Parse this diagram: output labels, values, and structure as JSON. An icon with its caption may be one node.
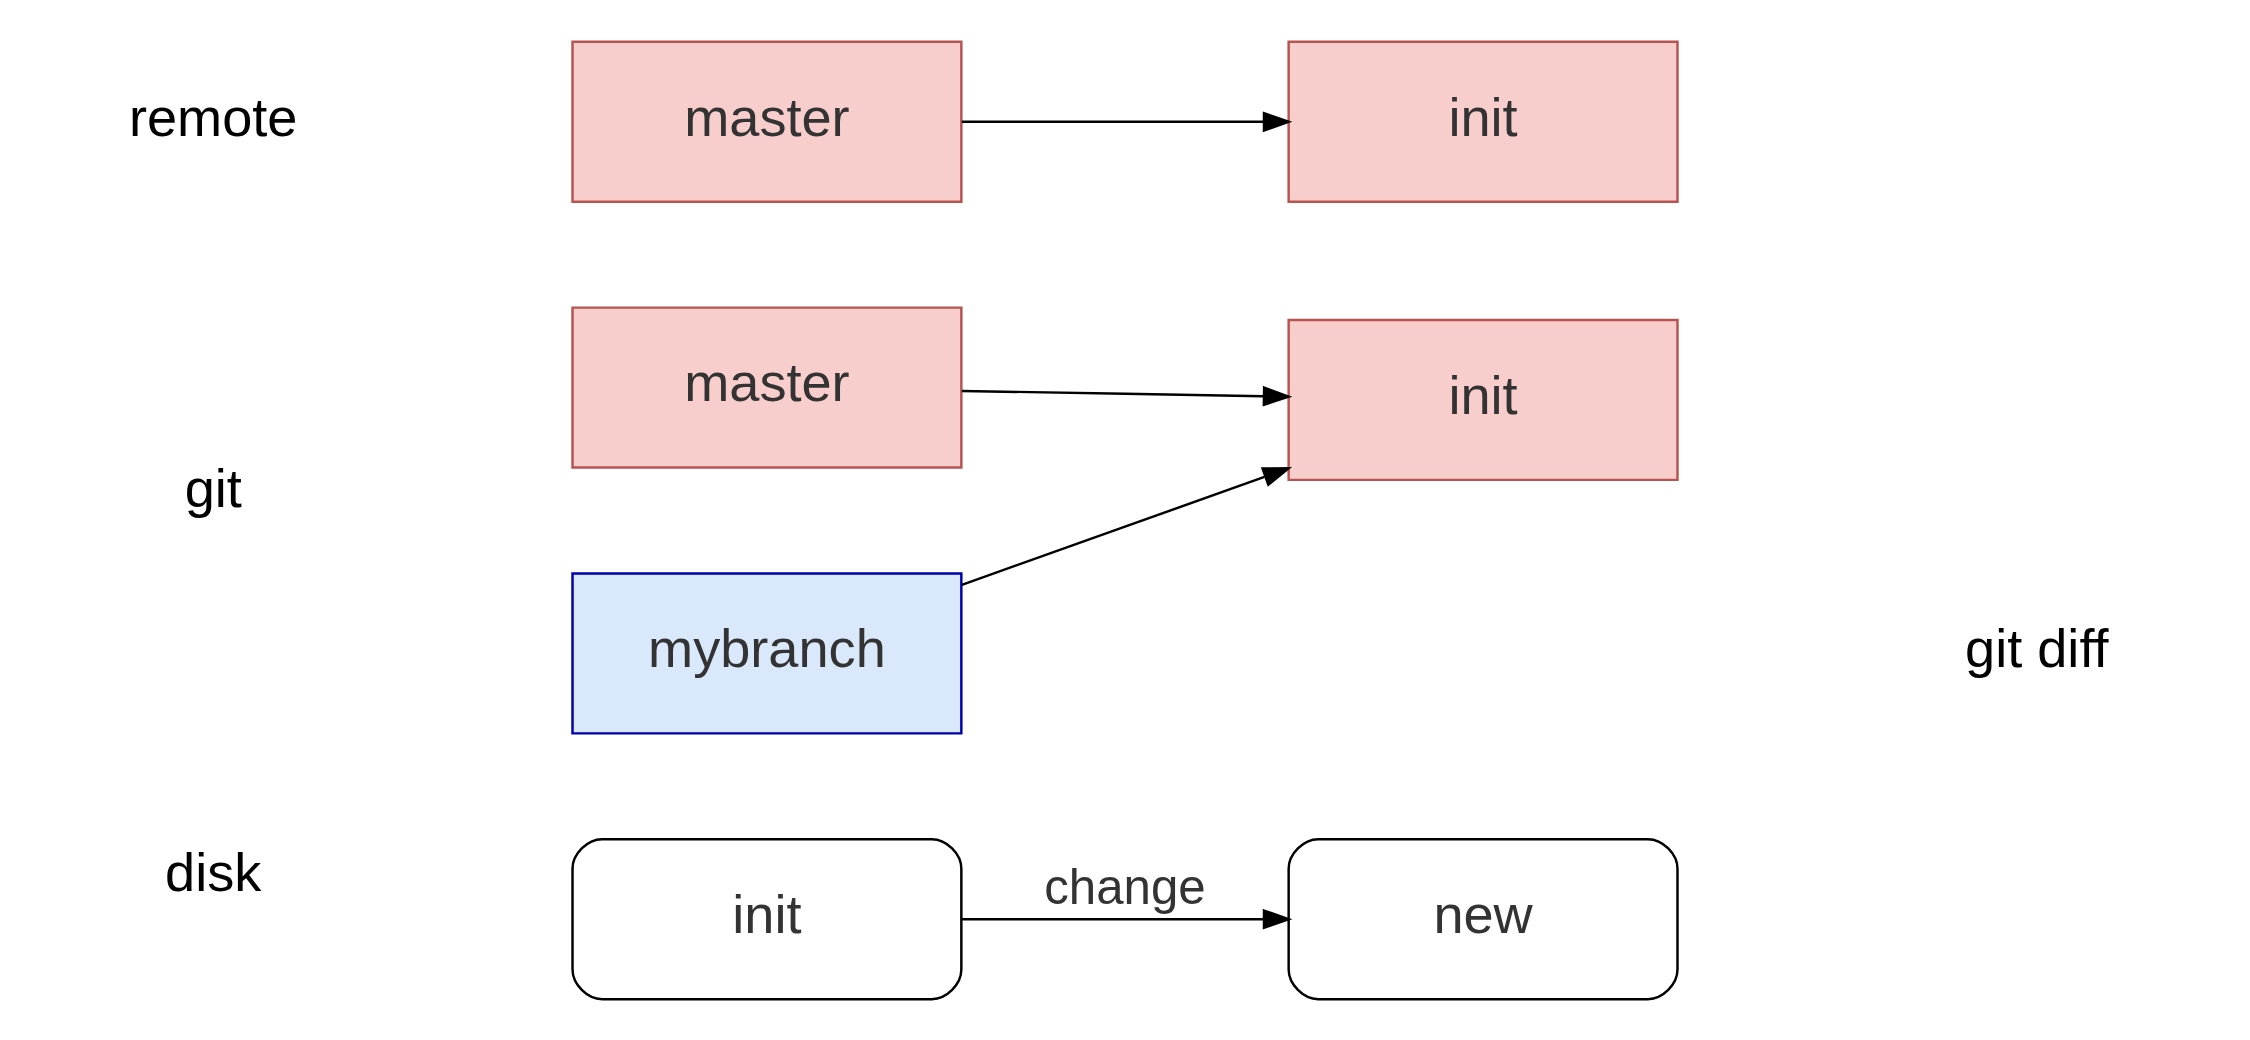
{
  "diagram": {
    "nodes": [
      {
        "text": [
          "master"
        ]
      },
      {
        "text": [
          "init"
        ]
      },
      {
        "text": [
          "master"
        ]
      },
      {
        "text": [
          "init"
        ]
      },
      {
        "text": [
          "mybranch"
        ]
      },
      {
        "text": [
          "init"
        ]
      },
      {
        "text": [
          "new"
        ]
      }
    ],
    "edges": [
      {
        "from": 0,
        "to": 1,
        "arrow": "to"
      },
      {
        "from": 2,
        "to": 3,
        "arrow": "to"
      },
      {
        "from": 4,
        "to": 3,
        "arrow": "to"
      },
      {
        "from": 5,
        "to": 6,
        "arrow": "to",
        "label": "change"
      }
    ],
    "labels": [
      "remote",
      "git",
      "git diff",
      "disk"
    ]
  }
}
